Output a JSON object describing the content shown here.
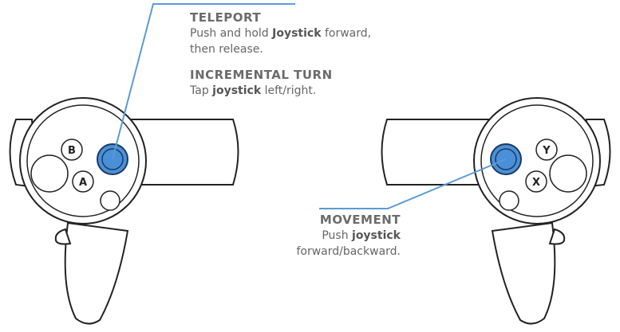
{
  "teleport": {
    "title": "TELEPORT",
    "line1_pre": "Push and hold ",
    "line1_bold": "Joystick",
    "line1_post": " forward,",
    "line2": "then release."
  },
  "incremental_turn": {
    "title": "INCREMENTAL TURN",
    "pre": "Tap ",
    "bold": "joystick",
    "post": " left/right."
  },
  "movement": {
    "title": "MOVEMENT",
    "line1_pre": "Push ",
    "line1_bold": "joystick",
    "line2": "forward/backward."
  },
  "buttons": {
    "right_top": "B",
    "right_bottom": "A",
    "left_top": "Y",
    "left_bottom": "X"
  },
  "colors": {
    "joystick": "#4a90d9",
    "callout_line": "#5b9bd5",
    "outline": "#222222"
  }
}
